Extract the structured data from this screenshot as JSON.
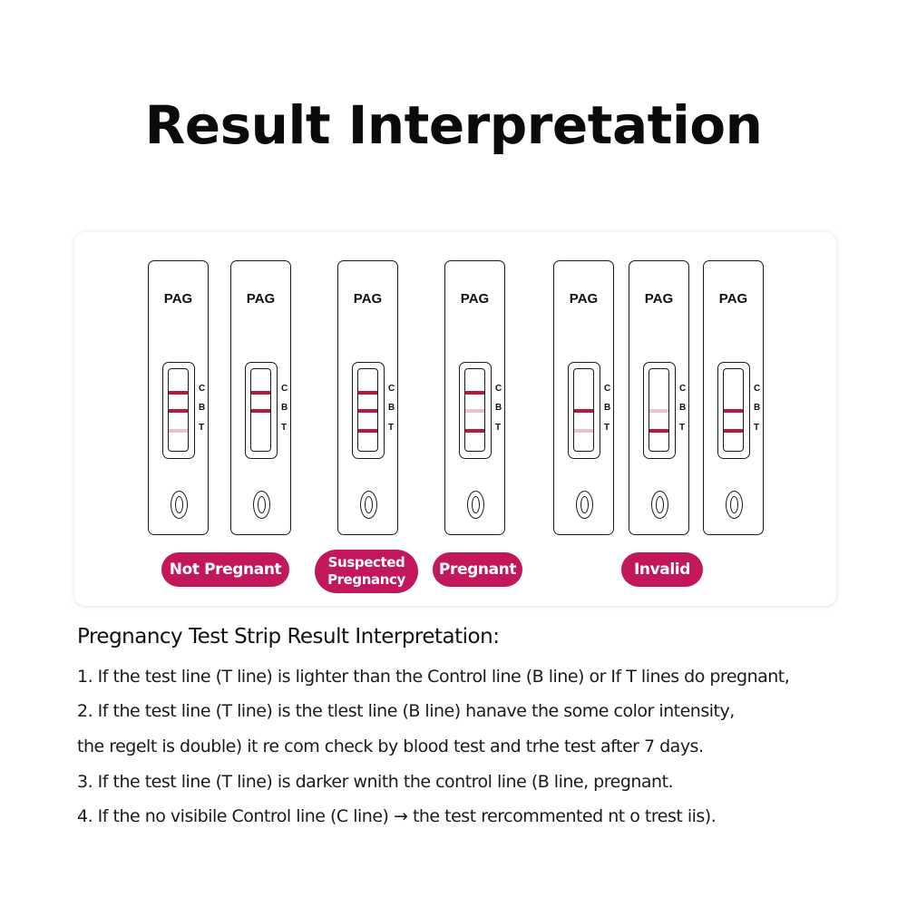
{
  "title": "Result Interpretation",
  "colors": {
    "accent": "#c2185b",
    "line_strong": "#b31b3a",
    "line_faint": "#e7c4cc"
  },
  "strips": [
    {
      "label": "PAG",
      "markers": [
        "C",
        "B",
        "T"
      ],
      "lines": {
        "c": "strong",
        "b": "strong",
        "t": "faint"
      }
    },
    {
      "label": "PAG",
      "markers": [
        "C",
        "B",
        "T"
      ],
      "lines": {
        "c": "strong",
        "b": "strong",
        "t": "none"
      }
    },
    {
      "label": "PAG",
      "markers": [
        "C",
        "B",
        "T"
      ],
      "lines": {
        "c": "strong",
        "b": "strong",
        "t": "strong"
      }
    },
    {
      "label": "PAG",
      "markers": [
        "C",
        "B",
        "T"
      ],
      "lines": {
        "c": "strong",
        "b": "faint",
        "t": "strong"
      }
    },
    {
      "label": "PAG",
      "markers": [
        "C",
        "B",
        "T"
      ],
      "lines": {
        "c": "none",
        "b": "strong",
        "t": "faint"
      }
    },
    {
      "label": "PAG",
      "markers": [
        "C",
        "B",
        "T"
      ],
      "lines": {
        "c": "none",
        "b": "faint",
        "t": "strong"
      }
    },
    {
      "label": "PAG",
      "markers": [
        "C",
        "B",
        "T"
      ],
      "lines": {
        "c": "none",
        "b": "strong",
        "t": "strong"
      }
    }
  ],
  "results": {
    "not_pregnant": "Not Pregnant",
    "suspected_line1": "Suspected",
    "suspected_line2": "Pregnancy",
    "pregnant": "Pregnant",
    "invalid": "Invalid"
  },
  "instructions": {
    "heading": "Pregnancy Test Strip Result Interpretation:",
    "lines": [
      "1. If the test line (T line) is lighter than the Control line (B line) or If T lines do pregnant,",
      "2. If the test line (T line) is the tlest line (B line) hanave the some color intensity,",
      "the regelt is double) it re com check by blood test and trhe test after 7 days.",
      "3. If the test line (T line) is darker wnith the control line (B line, pregnant.",
      "4. If the no visibile Control line (C line) → the test rercommented nt o trest iis)."
    ]
  }
}
